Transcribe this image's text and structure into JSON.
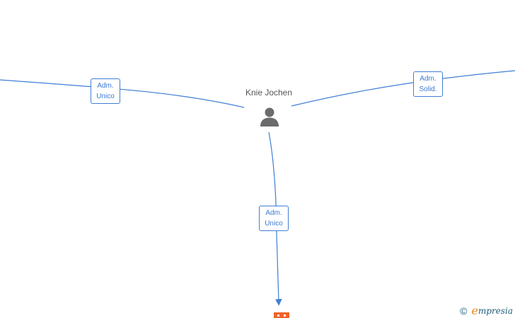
{
  "person": {
    "name": "Knie Jochen"
  },
  "edges": [
    {
      "label_line1": "Adm.",
      "label_line2": "Unico"
    },
    {
      "label_line1": "Adm.",
      "label_line2": "Solid."
    },
    {
      "label_line1": "Adm.",
      "label_line2": "Unico"
    }
  ],
  "brand": {
    "copyright_symbol": "©",
    "e_letter": "e",
    "rest": "mpresia"
  },
  "colors": {
    "edge": "#3f7fd4",
    "person_icon": "#6b6b6b",
    "company_icon": "#f0632a",
    "brand_accent": "#e8861b"
  }
}
